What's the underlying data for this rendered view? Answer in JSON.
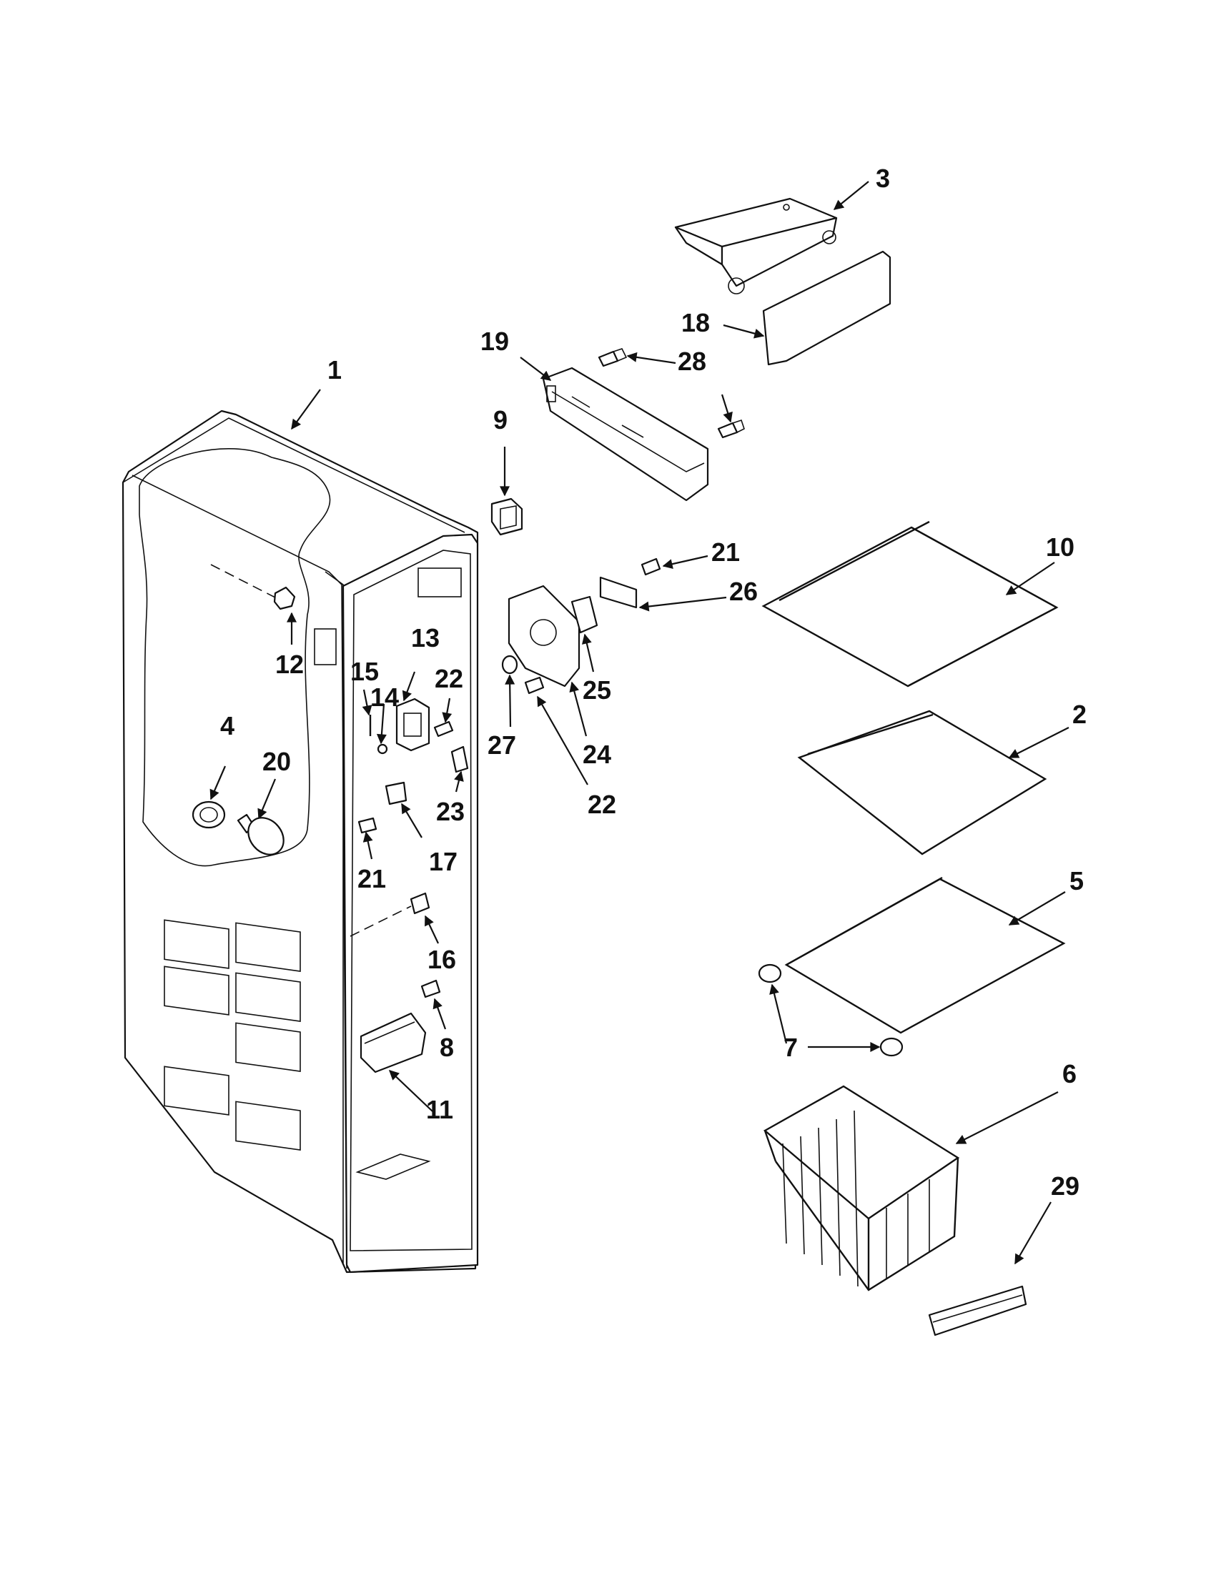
{
  "diagram": {
    "callouts": [
      {
        "id": "1",
        "label": "1"
      },
      {
        "id": "2",
        "label": "2"
      },
      {
        "id": "3",
        "label": "3"
      },
      {
        "id": "4",
        "label": "4"
      },
      {
        "id": "5",
        "label": "5"
      },
      {
        "id": "6",
        "label": "6"
      },
      {
        "id": "7",
        "label": "7"
      },
      {
        "id": "8",
        "label": "8"
      },
      {
        "id": "9",
        "label": "9"
      },
      {
        "id": "10",
        "label": "10"
      },
      {
        "id": "11",
        "label": "11"
      },
      {
        "id": "12",
        "label": "12"
      },
      {
        "id": "13",
        "label": "13"
      },
      {
        "id": "14",
        "label": "14"
      },
      {
        "id": "15",
        "label": "15"
      },
      {
        "id": "16",
        "label": "16"
      },
      {
        "id": "17",
        "label": "17"
      },
      {
        "id": "18",
        "label": "18"
      },
      {
        "id": "19",
        "label": "19"
      },
      {
        "id": "20",
        "label": "20"
      },
      {
        "id": "21a",
        "label": "21"
      },
      {
        "id": "21b",
        "label": "21"
      },
      {
        "id": "22a",
        "label": "22"
      },
      {
        "id": "22b",
        "label": "22"
      },
      {
        "id": "23",
        "label": "23"
      },
      {
        "id": "24",
        "label": "24"
      },
      {
        "id": "25",
        "label": "25"
      },
      {
        "id": "26",
        "label": "26"
      },
      {
        "id": "27",
        "label": "27"
      },
      {
        "id": "28",
        "label": "28"
      },
      {
        "id": "29",
        "label": "29"
      }
    ]
  }
}
